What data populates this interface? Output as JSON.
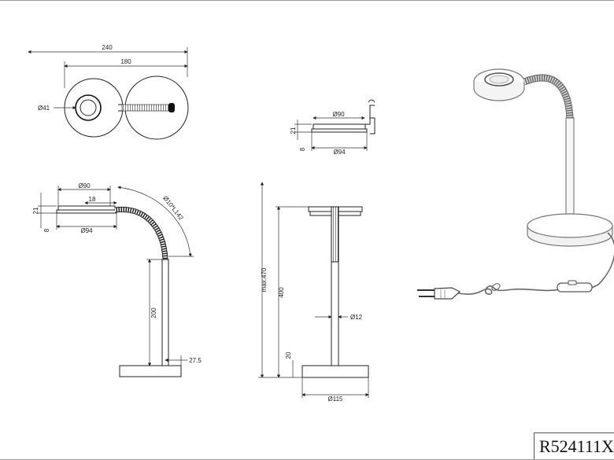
{
  "product_code": "R524111X",
  "top_view": {
    "dim_total_width": "240",
    "dim_head_span": "180",
    "dim_diameter_41": "Ø41"
  },
  "head_detail": {
    "dim_diameter_90": "Ø90",
    "dim_diameter_94": "Ø94",
    "dim_height_21": "21",
    "dim_height_8": "8"
  },
  "side_view": {
    "dim_diameter_90": "Ø90",
    "dim_diameter_94": "Ø94",
    "dim_18": "18",
    "dim_height_21": "21",
    "dim_height_8": "8",
    "dim_gooseneck": "Ø10*L142",
    "dim_stem_200": "200",
    "dim_offset_27_5": "27.5"
  },
  "front_view": {
    "dim_max_470": "max.470",
    "dim_400": "400",
    "dim_20": "20",
    "dim_diameter_12": "Ø12",
    "dim_diameter_115": "Ø115"
  },
  "icons": [
    "lamp-perspective-illustration",
    "euro-plug-icon",
    "inline-switch-icon"
  ]
}
